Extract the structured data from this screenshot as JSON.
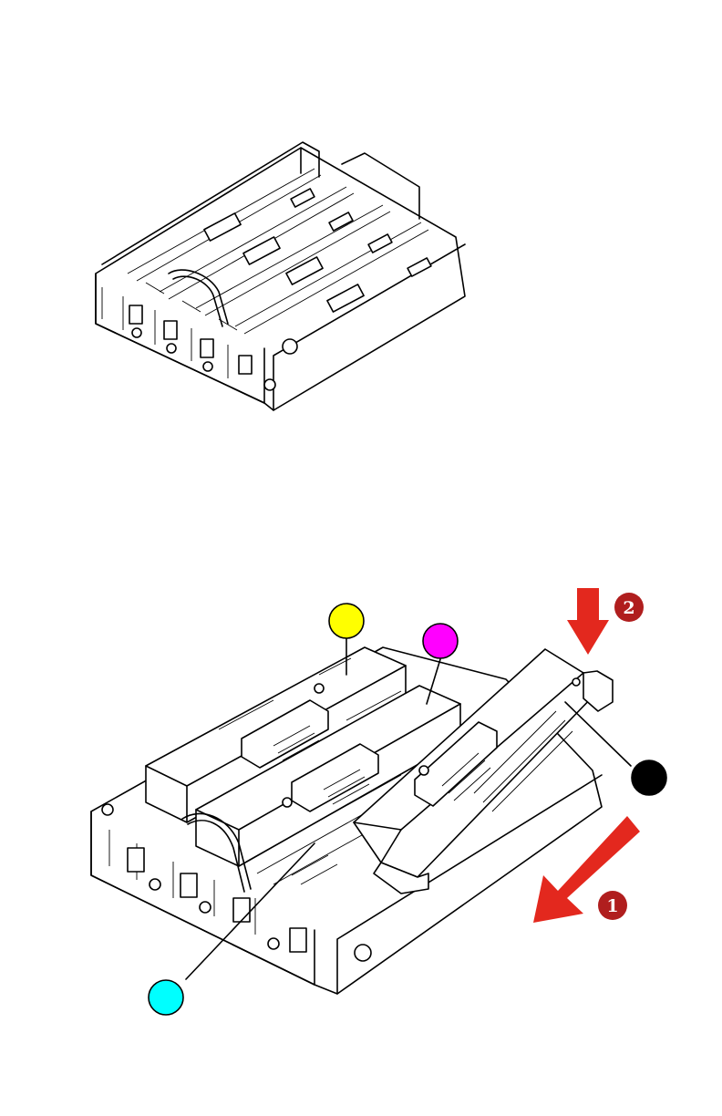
{
  "figures": [
    {
      "id": "empty-drum-unit"
    },
    {
      "id": "drum-unit-with-cartridges"
    }
  ],
  "colors": {
    "yellow": "#ffff00",
    "magenta": "#ff00ff",
    "cyan": "#00ffff",
    "black": "#000000",
    "arrow_red": "#e3281e",
    "step_badge": "#b01e1e"
  },
  "steps": [
    {
      "number": "1",
      "direction": "slide-out-lower-right"
    },
    {
      "number": "2",
      "direction": "press-down"
    }
  ]
}
